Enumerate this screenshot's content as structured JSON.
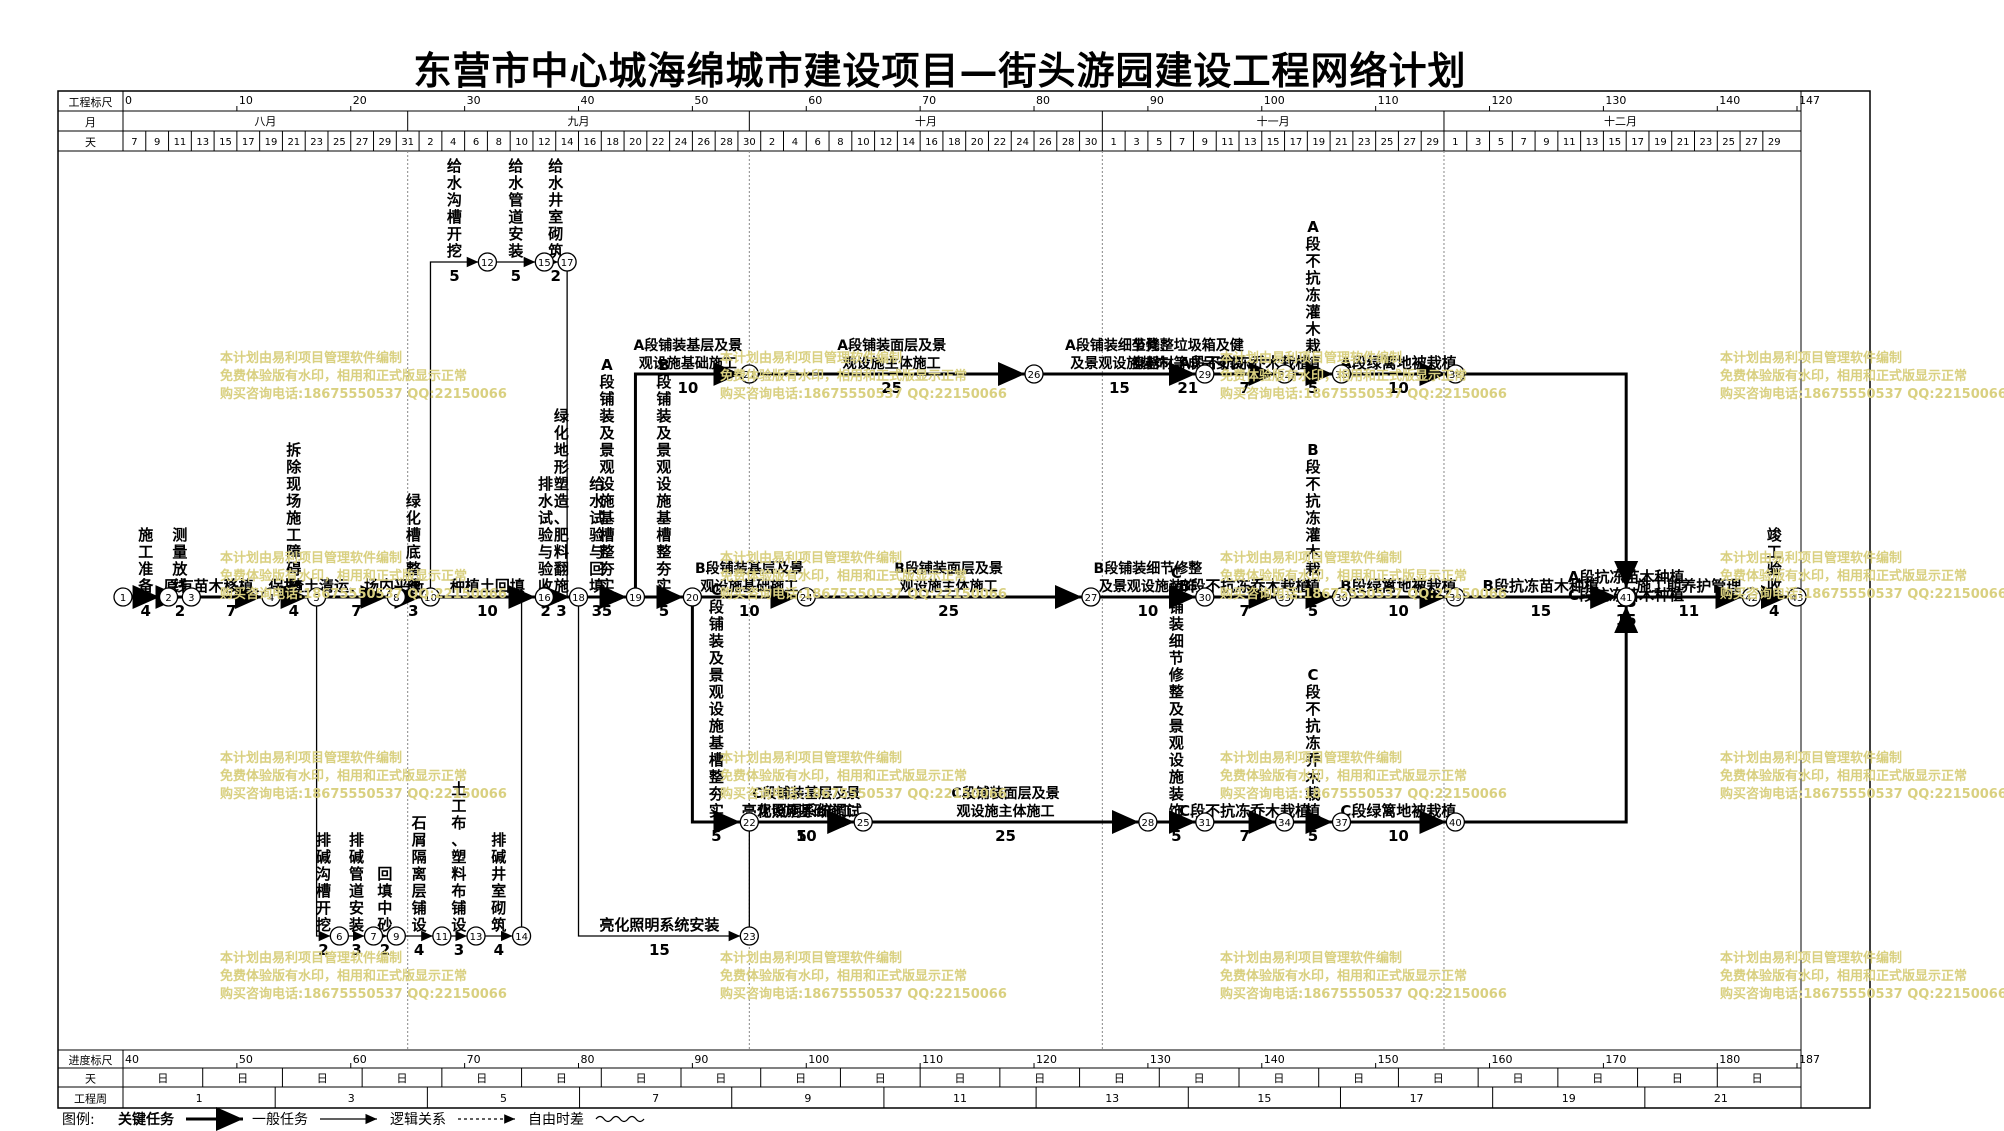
{
  "title": "东营市中心城海绵城市建设项目—街头游园建设工程网络计划",
  "rows": {
    "top_scale": "工程标尺",
    "month": "月",
    "day": "天",
    "progress_scale": "进度标尺",
    "bottom_day": "天",
    "week": "工程周"
  },
  "top_scale": {
    "labels": [
      "0",
      "10",
      "20",
      "30",
      "40",
      "50",
      "60",
      "70",
      "80",
      "90",
      "100",
      "110",
      "120",
      "130",
      "140",
      "147"
    ],
    "values": [
      0,
      10,
      20,
      30,
      40,
      50,
      60,
      70,
      80,
      90,
      100,
      110,
      120,
      130,
      140,
      147
    ]
  },
  "months": [
    {
      "label": "八月",
      "start": 0,
      "end": 25
    },
    {
      "label": "九月",
      "start": 25,
      "end": 55
    },
    {
      "label": "十月",
      "start": 55,
      "end": 86
    },
    {
      "label": "十一月",
      "start": 86,
      "end": 116
    },
    {
      "label": "十二月",
      "start": 116,
      "end": 147
    }
  ],
  "day_labels": [
    [
      "7",
      "9",
      "11",
      "13",
      "15",
      "17",
      "19",
      "21",
      "23",
      "25",
      "27",
      "29",
      "31"
    ],
    [
      "2",
      "4",
      "6",
      "8",
      "10",
      "12",
      "14",
      "16",
      "18",
      "20",
      "22",
      "24",
      "26",
      "28",
      "30"
    ],
    [
      "2",
      "4",
      "6",
      "8",
      "10",
      "12",
      "14",
      "16",
      "18",
      "20",
      "22",
      "24",
      "26",
      "28",
      "30"
    ],
    [
      "1",
      "3",
      "5",
      "7",
      "9",
      "11",
      "13",
      "15",
      "17",
      "19",
      "21",
      "23",
      "25",
      "27",
      "29"
    ],
    [
      "1",
      "3",
      "5",
      "7",
      "9",
      "11",
      "13",
      "15",
      "17",
      "19",
      "21",
      "23",
      "25",
      "27",
      "29"
    ]
  ],
  "progress_scale": {
    "labels": [
      "40",
      "50",
      "60",
      "70",
      "80",
      "90",
      "100",
      "110",
      "120",
      "130",
      "140",
      "150",
      "160",
      "170",
      "180",
      "187"
    ],
    "values": [
      0,
      10,
      20,
      30,
      40,
      50,
      60,
      70,
      80,
      90,
      100,
      110,
      120,
      130,
      140,
      147
    ]
  },
  "bottom_day_label": "日",
  "weeks": [
    {
      "label": "1",
      "start": 0,
      "end": 28
    },
    {
      "label": "3",
      "start": 28,
      "end": 56
    },
    {
      "label": "5",
      "start": 56,
      "end": 84
    },
    {
      "label": "7",
      "start": 84,
      "end": 112
    },
    {
      "label": "9",
      "start": 112,
      "end": 140
    },
    {
      "label": "11",
      "start": 140,
      "end": 168
    },
    {
      "label": "13",
      "start": 168,
      "end": 196
    },
    {
      "label": "15",
      "start": 196,
      "end": 224
    },
    {
      "label": "17",
      "start": 224,
      "end": 252
    },
    {
      "label": "19",
      "start": 252,
      "end": 280
    },
    {
      "label": "21",
      "start": 280,
      "end": 308
    }
  ],
  "legend": {
    "title": "图例:",
    "critical": "关键任务",
    "general": "一般任务",
    "logic": "逻辑关系",
    "free_float": "自由时差"
  },
  "watermark": {
    "line1": "本计划由易利项目管理软件编制",
    "line2": "免费体验版有水印，相用和正式版显示正常",
    "line3": "购买咨询电话:18675550537 QQ:22150066"
  },
  "nodes": [
    {
      "id": "1",
      "t": 0,
      "row": "B"
    },
    {
      "id": "2",
      "t": 4,
      "row": "B"
    },
    {
      "id": "3",
      "t": 6,
      "row": "B"
    },
    {
      "id": "4",
      "t": 13,
      "row": "B"
    },
    {
      "id": "5",
      "t": 17,
      "row": "B"
    },
    {
      "id": "8",
      "t": 24,
      "row": "B"
    },
    {
      "id": "10",
      "t": 27,
      "row": "B"
    },
    {
      "id": "16",
      "t": 37,
      "row": "B"
    },
    {
      "id": "18",
      "t": 40,
      "row": "B"
    },
    {
      "id": "19",
      "t": 45,
      "row": "B"
    },
    {
      "id": "20",
      "t": 50,
      "row": "B"
    },
    {
      "id": "24",
      "t": 60,
      "row": "B"
    },
    {
      "id": "27",
      "t": 85,
      "row": "B"
    },
    {
      "id": "30",
      "t": 95,
      "row": "B"
    },
    {
      "id": "33",
      "t": 102,
      "row": "B"
    },
    {
      "id": "36",
      "t": 107,
      "row": "B"
    },
    {
      "id": "39",
      "t": 117,
      "row": "B"
    },
    {
      "id": "41",
      "t": 132,
      "row": "B"
    },
    {
      "id": "42",
      "t": 143,
      "row": "B"
    },
    {
      "id": "43",
      "t": 147,
      "row": "B"
    },
    {
      "id": "12",
      "t": 32,
      "row": "U"
    },
    {
      "id": "15",
      "t": 37,
      "row": "U"
    },
    {
      "id": "17",
      "t": 39,
      "row": "U"
    },
    {
      "id": "21",
      "t": 55,
      "row": "A"
    },
    {
      "id": "26",
      "t": 80,
      "row": "A"
    },
    {
      "id": "29",
      "t": 95,
      "row": "A"
    },
    {
      "id": "32",
      "t": 102,
      "row": "A"
    },
    {
      "id": "35",
      "t": 107,
      "row": "A"
    },
    {
      "id": "38",
      "t": 117,
      "row": "A"
    },
    {
      "id": "22",
      "t": 55,
      "row": "C"
    },
    {
      "id": "25",
      "t": 65,
      "row": "C"
    },
    {
      "id": "28",
      "t": 90,
      "row": "C"
    },
    {
      "id": "31",
      "t": 95,
      "row": "C"
    },
    {
      "id": "34",
      "t": 102,
      "row": "C"
    },
    {
      "id": "37",
      "t": 107,
      "row": "C"
    },
    {
      "id": "40",
      "t": 117,
      "row": "C"
    },
    {
      "id": "6",
      "t": 19,
      "row": "L"
    },
    {
      "id": "7",
      "t": 22,
      "row": "L"
    },
    {
      "id": "9",
      "t": 24,
      "row": "L"
    },
    {
      "id": "11",
      "t": 28,
      "row": "L"
    },
    {
      "id": "13",
      "t": 31,
      "row": "L"
    },
    {
      "id": "14",
      "t": 35,
      "row": "L"
    },
    {
      "id": "23",
      "t": 55,
      "row": "L"
    }
  ],
  "tasks": [
    {
      "name": "施工准备",
      "duration": "4",
      "from": "1",
      "to": "2",
      "critical": true,
      "vertical": true
    },
    {
      "name": "测量放线",
      "duration": "2",
      "from": "2",
      "to": "3",
      "critical": true,
      "vertical": true
    },
    {
      "name": "原有苗木移植、保护",
      "duration": "7",
      "from": "3",
      "to": "4",
      "critical": true,
      "vertical": false
    },
    {
      "name": "拆除现场施工障碍物",
      "duration": "4",
      "from": "4",
      "to": "5",
      "critical": true,
      "vertical": true
    },
    {
      "name": "渣土清运、场内平衡",
      "duration": "7",
      "from": "5",
      "to": "8",
      "critical": true,
      "vertical": false
    },
    {
      "name": "绿化槽底整理",
      "duration": "3",
      "from": "8",
      "to": "10",
      "critical": true,
      "vertical": true
    },
    {
      "name": "种植土回填",
      "duration": "10",
      "from": "10",
      "to": "16",
      "critical": true,
      "vertical": false
    },
    {
      "name": "绿化地形塑造、肥料翻施",
      "duration": "3",
      "from": "16",
      "to": "18",
      "critical": true,
      "vertical": true
    },
    {
      "name": "A段铺装及景观设施基槽整夯实",
      "duration": "5",
      "from": "18",
      "to": "19",
      "critical": true,
      "vertical": true
    },
    {
      "name": "B段铺装及景观设施基槽整夯实",
      "duration": "5",
      "from": "19",
      "to": "20",
      "critical": true,
      "vertical": true
    },
    {
      "name": "B段铺装基层及景观设施基础施工",
      "duration": "10",
      "from": "20",
      "to": "24",
      "critical": true,
      "vertical": false
    },
    {
      "name": "B段铺装面层及景观设施主体施工",
      "duration": "25",
      "from": "24",
      "to": "27",
      "critical": true,
      "vertical": false
    },
    {
      "name": "B段铺装细节修整及景观设施装饰",
      "duration": "10",
      "from": "27",
      "to": "30",
      "critical": true,
      "vertical": false
    },
    {
      "name": "B段不抗冻乔木栽植",
      "duration": "7",
      "from": "30",
      "to": "33",
      "critical": true,
      "vertical": false
    },
    {
      "name": "B段不抗冻灌木栽植",
      "duration": "5",
      "from": "33",
      "to": "36",
      "critical": true,
      "vertical": true
    },
    {
      "name": "B段绿篱地被栽植",
      "duration": "10",
      "from": "36",
      "to": "39",
      "critical": true,
      "vertical": false
    },
    {
      "name": "B段抗冻苗木种植",
      "duration": "15",
      "from": "39",
      "to": "41",
      "critical": true,
      "vertical": false
    },
    {
      "name": "施工期养护管理",
      "duration": "11",
      "from": "41",
      "to": "42",
      "critical": true,
      "vertical": false
    },
    {
      "name": "竣工验收",
      "duration": "4",
      "from": "42",
      "to": "43",
      "critical": true,
      "vertical": true
    },
    {
      "name": "给水沟槽开挖",
      "duration": "5",
      "from": "10",
      "to": "12",
      "critical": false,
      "vertical": true
    },
    {
      "name": "给水管道安装",
      "duration": "5",
      "from": "12",
      "to": "15",
      "critical": false,
      "vertical": true
    },
    {
      "name": "给水井室砌筑",
      "duration": "2",
      "from": "15",
      "to": "17",
      "critical": false,
      "vertical": true
    },
    {
      "name": "给水试验与回填",
      "duration": "3",
      "from": "17",
      "to": "19",
      "critical": false,
      "vertical": true
    },
    {
      "name": "A段铺装基层及景观设施基础施工",
      "duration": "10",
      "from": "19",
      "to": "21",
      "critical": true,
      "vertical": false
    },
    {
      "name": "A段铺装面层及景观设施主体施工",
      "duration": "25",
      "from": "21",
      "to": "26",
      "critical": true,
      "vertical": false
    },
    {
      "name": "A段铺装细节修整及景观设施装饰",
      "duration": "15",
      "from": "26",
      "to": "29",
      "critical": true,
      "vertical": false
    },
    {
      "name": "A段不抗冻乔木栽植",
      "duration": "7",
      "from": "29",
      "to": "32",
      "critical": true,
      "vertical": false
    },
    {
      "name": "A段不抗冻灌木栽植",
      "duration": "5",
      "from": "32",
      "to": "35",
      "critical": true,
      "vertical": true
    },
    {
      "name": "A段绿篱地被栽植",
      "duration": "10",
      "from": "35",
      "to": "38",
      "critical": true,
      "vertical": false
    },
    {
      "name": "A段抗冻苗木种植",
      "duration": "15",
      "from": "38",
      "to": "41",
      "critical": true,
      "vertical": false
    },
    {
      "name": "坐凳、垃圾箱及健身器材等成品安装",
      "duration": "21",
      "from": "26",
      "to": "35",
      "critical": false,
      "vertical": false
    },
    {
      "name": "C段铺装及景观设施基槽整夯实",
      "duration": "5",
      "from": "20",
      "to": "22",
      "critical": true,
      "vertical": true
    },
    {
      "name": "C段铺装基层及景观设施基础施工",
      "duration": "10",
      "from": "22",
      "to": "25",
      "critical": true,
      "vertical": false
    },
    {
      "name": "C段铺装面层及景观设施主体施工",
      "duration": "25",
      "from": "25",
      "to": "28",
      "critical": true,
      "vertical": false
    },
    {
      "name": "C段铺装细节修整及景观设施装饰",
      "duration": "5",
      "from": "28",
      "to": "31",
      "critical": true,
      "vertical": true
    },
    {
      "name": "C段不抗冻乔木栽植",
      "duration": "7",
      "from": "31",
      "to": "34",
      "critical": true,
      "vertical": false
    },
    {
      "name": "C段不抗冻乔木栽植",
      "duration": "5",
      "from": "34",
      "to": "37",
      "critical": true,
      "vertical": true
    },
    {
      "name": "C段绿篱地被栽植",
      "duration": "10",
      "from": "37",
      "to": "40",
      "critical": true,
      "vertical": false
    },
    {
      "name": "C段抗冻苗木种植",
      "duration": "15",
      "from": "40",
      "to": "41",
      "critical": true,
      "vertical": false
    },
    {
      "name": "排碱沟槽开挖",
      "duration": "2",
      "from": "5",
      "to": "6",
      "critical": false,
      "vertical": true
    },
    {
      "name": "排碱管道安装",
      "duration": "3",
      "from": "6",
      "to": "7",
      "critical": false,
      "vertical": true
    },
    {
      "name": "回填中砂",
      "duration": "2",
      "from": "7",
      "to": "9",
      "critical": false,
      "vertical": true
    },
    {
      "name": "石屑隔离层铺设",
      "duration": "4",
      "from": "9",
      "to": "11",
      "critical": false,
      "vertical": true
    },
    {
      "name": "土工布、塑料布铺设",
      "duration": "3",
      "from": "11",
      "to": "13",
      "critical": false,
      "vertical": true
    },
    {
      "name": "排碱井室砌筑",
      "duration": "4",
      "from": "13",
      "to": "14",
      "critical": false,
      "vertical": true
    },
    {
      "name": "排水试验与验收",
      "duration": "2",
      "from": "14",
      "to": "18",
      "critical": false,
      "vertical": true
    },
    {
      "name": "亮化照明系统安装",
      "duration": "15",
      "from": "18",
      "to": "23",
      "critical": false,
      "vertical": false
    },
    {
      "name": "亮化照明系统调试",
      "duration": "5",
      "from": "23",
      "to": "25",
      "critical": false,
      "vertical": false
    }
  ]
}
